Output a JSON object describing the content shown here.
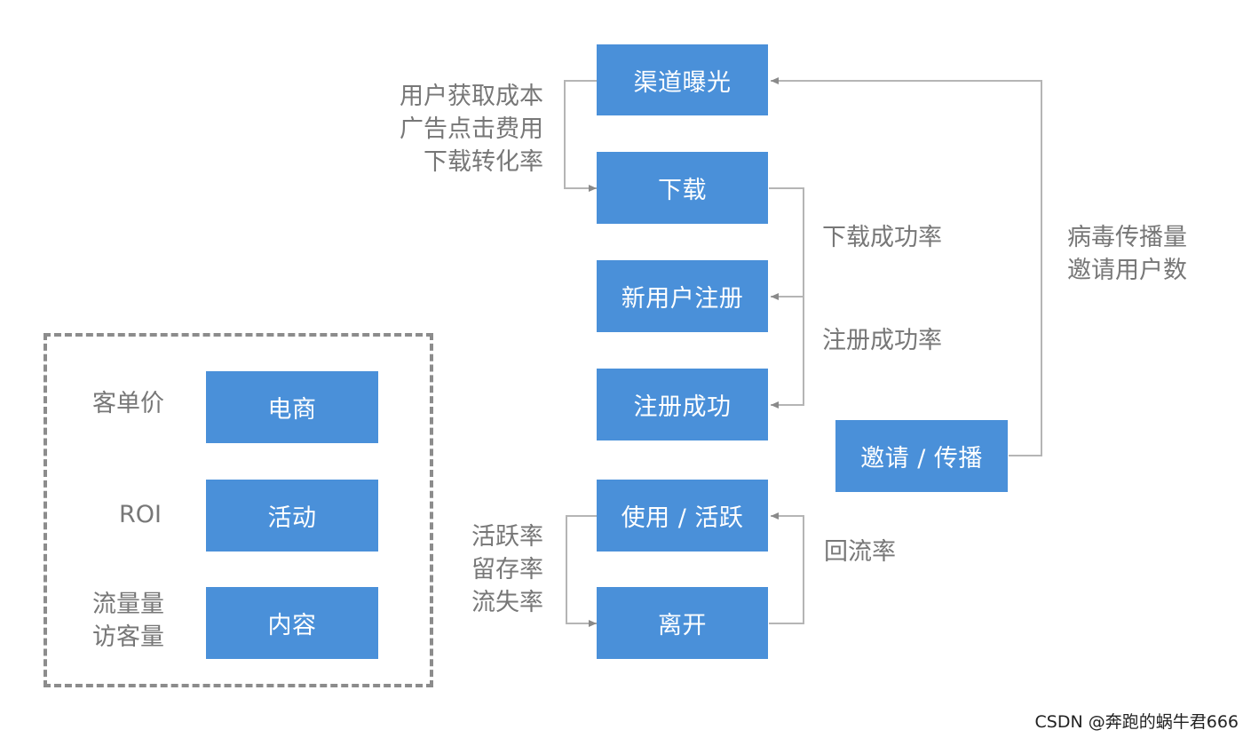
{
  "flow": {
    "channel_exposure": "渠道曝光",
    "download": "下载",
    "new_user_register": "新用户注册",
    "register_success": "注册成功",
    "use_active": "使用 / 活跃",
    "leave": "离开",
    "invite_spread": "邀请 / 传播"
  },
  "metrics": {
    "acquisition": [
      "用户获取成本",
      "广告点击费用",
      "下载转化率"
    ],
    "download_success_rate": "下载成功率",
    "register_success_rate": "注册成功率",
    "viral": [
      "病毒传播量",
      "邀请用户数"
    ],
    "engagement": [
      "活跃率",
      "留存率",
      "流失率"
    ],
    "return_rate": "回流率"
  },
  "scenarios": {
    "ecommerce": {
      "label": "电商",
      "metric": "客单价"
    },
    "activity": {
      "label": "活动",
      "metric": "ROI"
    },
    "content": {
      "label": "内容",
      "metric_lines": [
        "流量量",
        "访客量"
      ]
    }
  },
  "watermark": "CSDN @奔跑的蜗牛君666",
  "colors": {
    "box": "#4a90d9",
    "box_text": "#ffffff",
    "label": "#777777",
    "line": "#b5b5b5",
    "dash": "#8c8c8c"
  }
}
